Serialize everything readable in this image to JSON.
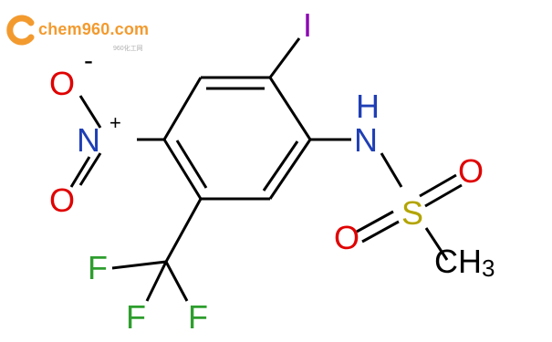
{
  "logo": {
    "brand": "chem960.com",
    "subtitle": "960化工网",
    "accent": "#f39a2e"
  },
  "molecule": {
    "atoms": {
      "iodine": "I",
      "nitrogen_amine": "N",
      "hydrogen": "H",
      "sulfur": "S",
      "oxygen_sulfonyl_right": "O",
      "oxygen_sulfonyl_left": "O",
      "methyl": "CH",
      "methyl_subscript": "3",
      "nitro_nitrogen": "N",
      "nitro_plus": "+",
      "nitro_oxygen_top": "O",
      "nitro_minus": "-",
      "nitro_oxygen_bottom": "O",
      "fluorine_left": "F",
      "fluorine_bottom_left": "F",
      "fluorine_bottom_right": "F"
    },
    "colors": {
      "bond": "#000000",
      "iodine": "#8b00b3",
      "nitrogen": "#1f3fb5",
      "oxygen": "#e00000",
      "fluorine": "#2e9e2e",
      "sulfur": "#b3a400",
      "carbon": "#000000"
    }
  }
}
